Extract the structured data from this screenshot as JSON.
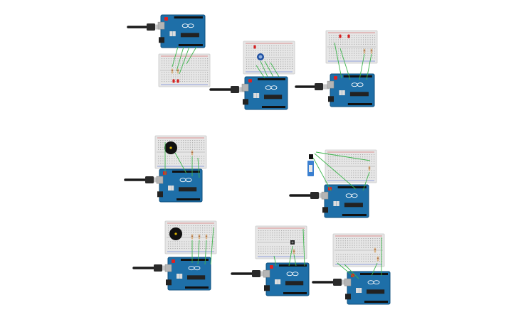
{
  "workspace": {
    "background": "#ffffff",
    "colors": {
      "board": "#1e6fa8",
      "board_edge": "#0f4f7e",
      "breadboard": "#e6e6e6",
      "hole": "#a8a8a8",
      "wire": "#3cb44b",
      "usb_cable": "#1a1a1a",
      "usb_plug": "#c8c8c8",
      "led_red": "#d42020",
      "resistor": "#d8b487",
      "buzzer": "#111111",
      "potentiometer": "#1f4fa0",
      "servo": "#3a7fd0"
    },
    "circuits": [
      {
        "id": "circuit-1",
        "components": [
          "usb-cable",
          "arduino-board",
          "breadboard",
          "leds",
          "resistors",
          "wires"
        ]
      },
      {
        "id": "circuit-2",
        "components": [
          "usb-cable",
          "arduino-board",
          "breadboard",
          "led",
          "potentiometer",
          "wires"
        ]
      },
      {
        "id": "circuit-3",
        "components": [
          "usb-cable",
          "arduino-board",
          "breadboard",
          "leds",
          "resistors",
          "wires"
        ]
      },
      {
        "id": "circuit-4",
        "components": [
          "usb-cable",
          "arduino-board",
          "breadboard",
          "piezo-buzzer",
          "resistors",
          "wires"
        ]
      },
      {
        "id": "circuit-5",
        "components": [
          "usb-cable",
          "arduino-board",
          "breadboard",
          "servo-motor",
          "resistor",
          "wires"
        ]
      },
      {
        "id": "circuit-6",
        "components": [
          "usb-cable",
          "arduino-board",
          "breadboard",
          "piezo-buzzer",
          "resistors",
          "wires"
        ]
      },
      {
        "id": "circuit-7",
        "components": [
          "usb-cable",
          "arduino-board",
          "breadboard",
          "pushbutton",
          "wires"
        ]
      },
      {
        "id": "circuit-8",
        "components": [
          "usb-cable",
          "arduino-board",
          "breadboard",
          "resistor",
          "wires"
        ]
      }
    ]
  }
}
